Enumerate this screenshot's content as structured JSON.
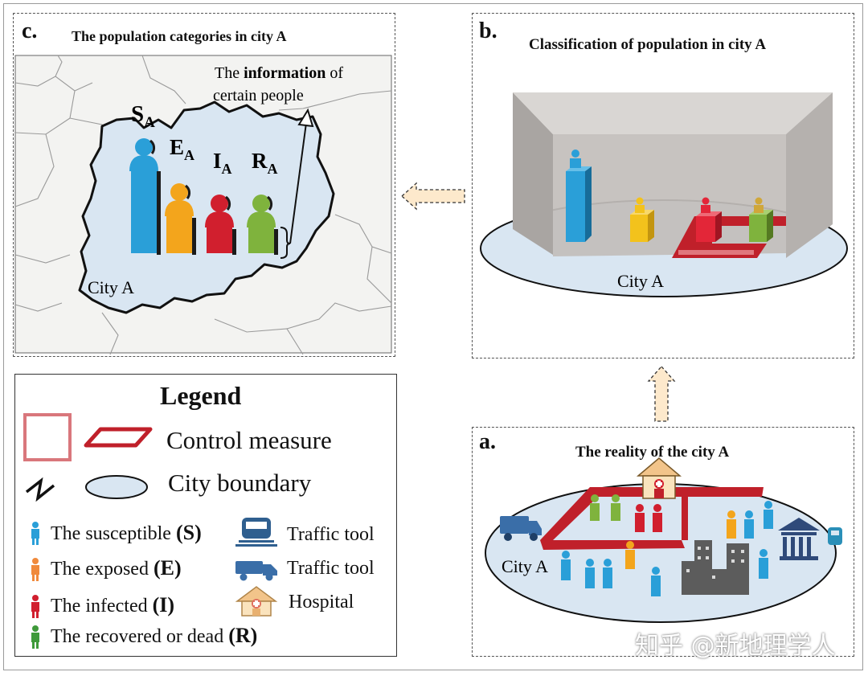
{
  "panel_c": {
    "letter": "c.",
    "title": "The population categories in city A",
    "info_line1_pre": "The ",
    "info_line1_bold": "information",
    "info_line1_post": " of",
    "info_line2": "certain people",
    "city_label": "City A",
    "categories": [
      {
        "main": "S",
        "sub": "A",
        "color": "#2a9fd8"
      },
      {
        "main": "E",
        "sub": "A",
        "color": "#f3a51c"
      },
      {
        "main": "I",
        "sub": "A",
        "color": "#d11f2e"
      },
      {
        "main": "R",
        "sub": "A",
        "color": "#7fb33d"
      }
    ]
  },
  "panel_b": {
    "letter": "b.",
    "title": "Classification of population in city A",
    "city_label": "City A"
  },
  "panel_a": {
    "letter": "a.",
    "title": "The reality of the city A",
    "city_label": "City A"
  },
  "legend": {
    "title": "Legend",
    "control_label": "Control measure",
    "boundary_label": "City boundary",
    "items": [
      {
        "text": "The susceptible ",
        "code": "(S)",
        "color": "#2a9fd8"
      },
      {
        "text": "The exposed ",
        "code": "(E)",
        "color": "#f08a3c"
      },
      {
        "text": "The infected ",
        "code": "(I)",
        "color": "#d11f2e"
      },
      {
        "text": "The recovered or dead ",
        "code": "(R)",
        "color": "#3f9a3a"
      }
    ],
    "tools": [
      {
        "label": "Traffic tool",
        "icon": "train-icon"
      },
      {
        "label": "Traffic tool",
        "icon": "truck-icon"
      },
      {
        "label": "Hospital",
        "icon": "hospital-icon"
      }
    ]
  },
  "colors": {
    "accent_blue": "#2a9fd8",
    "map_fill": "#d9e6f2",
    "control_red": "#c0202a",
    "arrow_fill": "#fde9cc",
    "transport_blue": "#3a6ea8"
  },
  "watermark": "知乎 @新地理学人"
}
